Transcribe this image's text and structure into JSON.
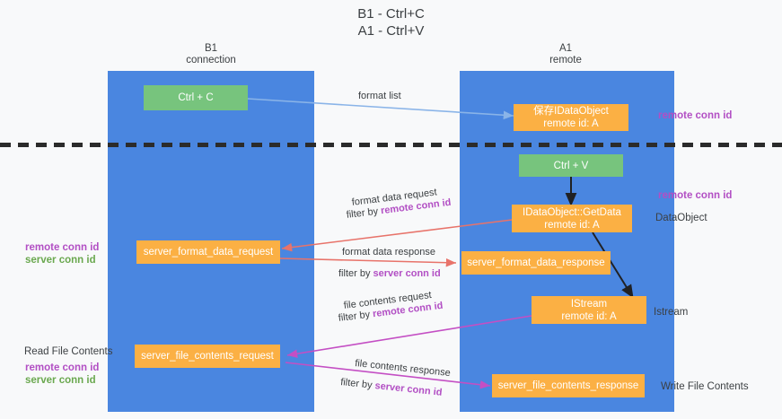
{
  "title": "B1 - Ctrl+C\nA1 - Ctrl+V",
  "columns": [
    {
      "name": "left-lane",
      "header": "B1\nconnection"
    },
    {
      "name": "right-lane",
      "header": "A1\nremote"
    }
  ],
  "nodes": {
    "ctrl_c": "Ctrl + C",
    "save_idataobject": "保存IDataObject\nremote id: A",
    "ctrl_v": "Ctrl + V",
    "getdata": "IDataObject::GetData\nremote id: A",
    "server_format_data_request": "server_format_data_request",
    "server_format_data_response": "server_format_data_response",
    "istream": "IStream\nremote id: A",
    "server_file_contents_request": "server_file_contents_request",
    "server_file_contents_response": "server_file_contents_response"
  },
  "edges": {
    "format_list": "format list",
    "format_data_request": "format data request",
    "format_data_request_filter_prefix": "filter by ",
    "format_data_request_filter_key": "remote conn id",
    "format_data_response": "format data response",
    "format_data_response_filter_prefix": "filter by ",
    "format_data_response_filter_key": "server conn id",
    "file_contents_request": "file contents request",
    "file_contents_request_filter_prefix": "filter by ",
    "file_contents_request_filter_key": "remote conn id",
    "file_contents_response": "file contents response",
    "file_contents_response_filter_prefix": "filter by ",
    "file_contents_response_filter_key": "server conn id"
  },
  "annotations": {
    "right_remote_conn_id_top": "remote conn id",
    "right_remote_conn_id_mid": "remote conn id",
    "right_dataobject": "DataObject",
    "right_istream": "Istream",
    "right_write_file_contents": "Write File Contents",
    "left_remote_conn_id": "remote conn id",
    "left_server_conn_id": "server conn id",
    "left_read_file_contents": "Read File Contents",
    "left_remote_conn_id_2": "remote conn id",
    "left_server_conn_id_2": "server conn id"
  },
  "colors": {
    "lane": "#4a86e0",
    "green_node": "#77c47d",
    "orange_node": "#fbb044",
    "purple_text": "#b24fc4",
    "green_text": "#6aa84f",
    "background": "#f8f9fa",
    "blue_arrow": "#8ab4e8",
    "red_arrow": "#e8736a",
    "magenta_arrow": "#c44fc4",
    "black_arrow": "#202124"
  }
}
